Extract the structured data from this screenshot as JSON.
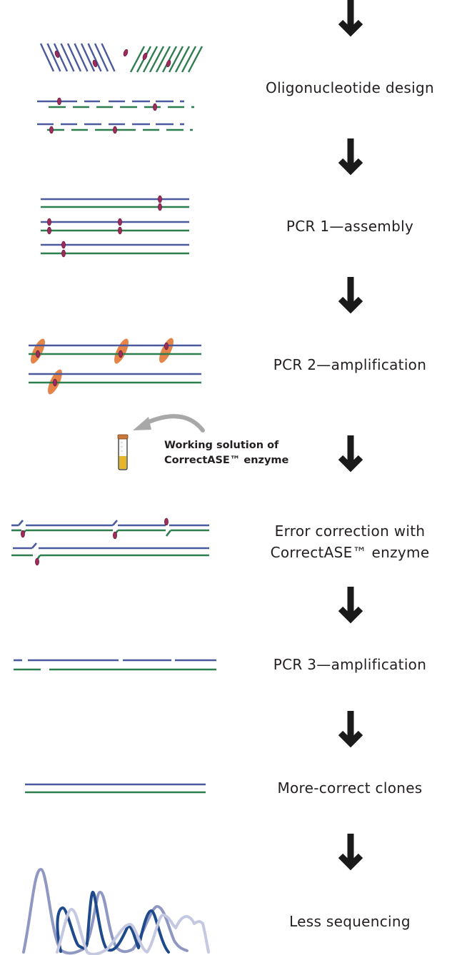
{
  "colors": {
    "top_strand": "#4b5a9c",
    "bottom_strand": "#2e7d4f",
    "error_marker": "#9b2c5c",
    "enzyme_blob": "#e37a3a",
    "arrow": "#1a1a1a",
    "reagent_arrow": "#a8a8a8",
    "trace_dark": "#1e4a8c",
    "trace_mid": "#8f98c2",
    "trace_light": "#c4c8e0"
  },
  "steps": [
    {
      "id": "oligo-design",
      "label": "Oligonucleotide design"
    },
    {
      "id": "pcr1",
      "label": "PCR 1—assembly"
    },
    {
      "id": "pcr2",
      "label": "PCR 2—amplification"
    },
    {
      "id": "error-correction",
      "label": "Error correction with",
      "label_line2": "CorrectASE™ enzyme"
    },
    {
      "id": "pcr3",
      "label": "PCR 3—amplification"
    },
    {
      "id": "clones",
      "label": "More-correct clones"
    },
    {
      "id": "sequencing",
      "label": "Less sequencing"
    }
  ],
  "reagent": {
    "line1": "Working solution of",
    "line2": "CorrectASE™ enzyme",
    "icon": "tube-icon"
  },
  "flow_arrow_icon": "down-arrow-icon"
}
